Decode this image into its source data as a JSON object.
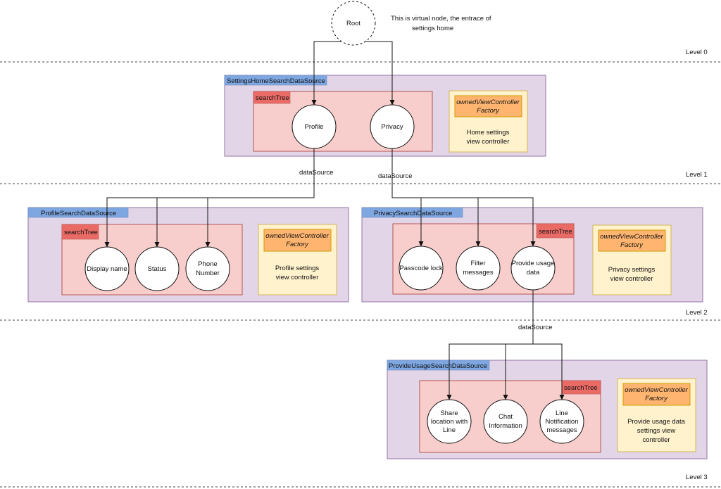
{
  "root": {
    "label": "Root",
    "note": [
      "This is virtual node, the entrace of",
      "settings home"
    ]
  },
  "levels": [
    "Level 0",
    "Level 1",
    "Level 2",
    "Level 3"
  ],
  "edge_label": "dataSource",
  "search_tree_label": "searchTree",
  "factory_label": [
    "ownedViewController",
    "Factory"
  ],
  "home": {
    "title": "SettingsHomeSearchDataSource",
    "nodes": [
      [
        "Profile"
      ],
      [
        "Privacy"
      ]
    ],
    "view_controller": [
      "Home settings",
      "view controller"
    ]
  },
  "profile": {
    "title": "ProfileSearchDataSource",
    "nodes": [
      [
        "Display name"
      ],
      [
        "Status"
      ],
      [
        "Phone",
        "Number"
      ]
    ],
    "view_controller": [
      "Profile settings",
      "view controller"
    ]
  },
  "privacy": {
    "title": "PrivacySearchDataSource",
    "nodes": [
      [
        "Passcode lock"
      ],
      [
        "Filter",
        "messages"
      ],
      [
        "Provide usage",
        "data"
      ]
    ],
    "view_controller": [
      "Privacy settings",
      "view controller"
    ]
  },
  "usage": {
    "title": "ProvideUsageSearchDataSource",
    "nodes": [
      [
        "Share",
        "location with",
        "Line"
      ],
      [
        "Chat",
        "Information"
      ],
      [
        "Line",
        "Notification",
        "messages"
      ]
    ],
    "view_controller": [
      "Provide usage data",
      "settings view",
      "controller"
    ]
  }
}
